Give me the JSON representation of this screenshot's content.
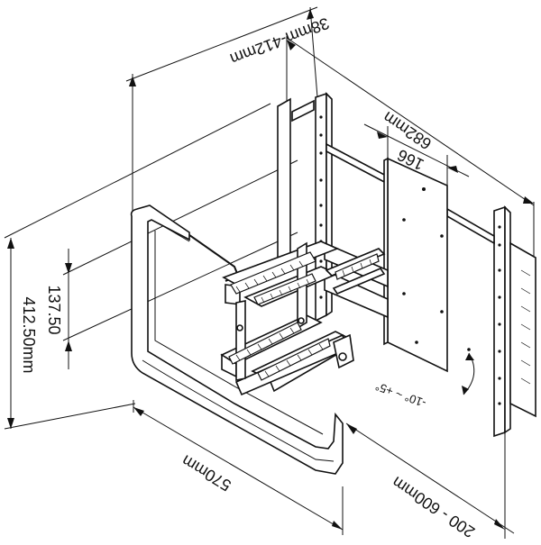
{
  "dimensions": {
    "wall_to_tv_distance": "38mm-412mm",
    "extended_width": "682mm",
    "plate_width": "166",
    "inner_vertical": "137.50",
    "overall_height": "412.50mm",
    "base_width": "570mm",
    "vesa_range": "200 - 600mm",
    "tilt_range": "-10° ~ +5°"
  },
  "colors": {
    "line": "#111111",
    "background": "#ffffff"
  }
}
